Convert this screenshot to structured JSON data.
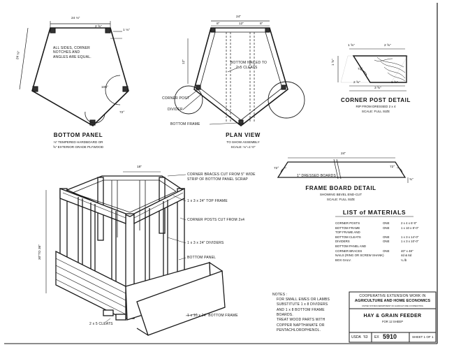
{
  "bottom_panel": {
    "dims": {
      "top": "24 ⅛\"",
      "side": "24 ⅛\"",
      "notch": "2 ⅝\"",
      "notch_depth": "1 ⅛\"",
      "angle_108": "108°",
      "angle_72": "72°"
    },
    "note": "ALL SIDES, CORNER NOTCHES AND ANGLES ARE EQUAL.",
    "title": "BOTTOM PANEL",
    "sub1": "⅛\" TEMPERED HARDBOARD OR",
    "sub2": "⅝\" EXTERIOR GRADE PLYWOOD"
  },
  "plan_view": {
    "dims": {
      "top": "24\"",
      "left": "8\"",
      "mid": "12\"",
      "right": "8\"",
      "side": "12\""
    },
    "labels": {
      "bottom_nailed": "BOTTOM NAILED TO",
      "cleats": "2x5 CLEATS",
      "corner_post": "CORNER POST",
      "divider": "DIVIDER",
      "bottom_frame": "BOTTOM FRAME"
    },
    "title": "PLAN VIEW",
    "sub1": "TO SHOW ASSEMBLY",
    "sub2": "SCALE: ⅛\"=1'-0\""
  },
  "corner_post": {
    "dims": {
      "top_left": "1 ⅝\"",
      "top_right": "2 ⅝\"",
      "bottom_left": "2 ⅝\"",
      "bottom_right": "1 ⅝\"",
      "bottom": "3 ⅝\"",
      "side": "1 ⅝\"",
      "angle": "72°"
    },
    "title": "CORNER POST DETAIL",
    "sub1": "RIP FROM DRESSED 2 x 4",
    "sub2": "SCALE: FULL SIZE"
  },
  "frame_board": {
    "dims": {
      "length": "24\"",
      "angle_left": "72°",
      "angle_right": "72°",
      "thick": "¾\""
    },
    "dressed": "1\" DRESSED BOARDS",
    "title": "FRAME BOARD DETAIL",
    "sub1": "SHOWING BEVEL END-CUT",
    "sub2": "SCALE: FULL SIZE"
  },
  "isometric": {
    "dims": {
      "top": "18\"",
      "height": "30\"TO 36\""
    },
    "labels": {
      "corner_braces": "CORNER BRACES CUT FROM 5\" WIDE",
      "corner_braces2": "STRIP OF BOTTOM PANEL SCRAP",
      "top_frame": "1 x 3 x 24\" TOP FRAME",
      "corner_posts": "CORNER POSTS CUT FROM 2x4",
      "dividers": "1 x 3 x 24\" DIVIDERS",
      "bottom_panel": "BOTTOM PANEL",
      "bottom_frame": "1 x 10 x 24\" BOTTOM FRAME",
      "cleats": "2 x 5 CLEATS"
    }
  },
  "materials": {
    "title": "LIST of MATERIALS",
    "rows": [
      {
        "item": "CORNER POSTS",
        "qty": "ONE",
        "size": "2 x 4 x 6'-0\""
      },
      {
        "item": "BOTTOM FRAME",
        "qty": "ONE",
        "size": "1 x 10 x 8'-0\""
      },
      {
        "item": "TOP FRAME AND",
        "qty": "",
        "size": ""
      },
      {
        "item": "BOTTOM CLEATS",
        "qty": "ONE",
        "size": "1 x 3 x 14'-0\""
      },
      {
        "item": "DIVIDERS",
        "qty": "ONE",
        "size": "1 x 3 x 10'-0\""
      },
      {
        "item": "BOTTOM PANEL AND",
        "qty": "",
        "size": ""
      },
      {
        "item": "CORNER BRACES",
        "qty": "ONE",
        "size": "40\" x 48\""
      },
      {
        "item": "NAILS (RING OR SCREW SHANK)",
        "qty": "",
        "size": "4d & 6d"
      },
      {
        "item": "BOX GALV.",
        "qty": "",
        "size": "¼ lb"
      }
    ]
  },
  "notes": {
    "heading": "NOTES :",
    "lines": [
      "FOR SMALL EWES OR LAMBS",
      "SUBSTITUTE 1 x 8 DIVIDERS",
      "AND 1 x 8 BOTTOM FRAME",
      "BOARDS.",
      "TREAT WOOD PARTS WITH",
      "COPPER NAPTHANATE OR",
      "PENTACHLOROPHENOL."
    ]
  },
  "title_block": {
    "line1": "COOPERATIVE EXTENSION WORK IN",
    "line2": "AGRICULTURE AND HOME ECONOMICS",
    "small": "STATE",
    "line3": "UNITED STATES DEPARTMENT OF AGRICULTURE COOPERATING",
    "name": "HAY & GRAIN FEEDER",
    "for": "FOR 12 SHEEP",
    "code_left": "USDA",
    "year": "'63",
    "ex": "EX",
    "number": "5910",
    "sheet": "SHEET 1 OF 1"
  }
}
